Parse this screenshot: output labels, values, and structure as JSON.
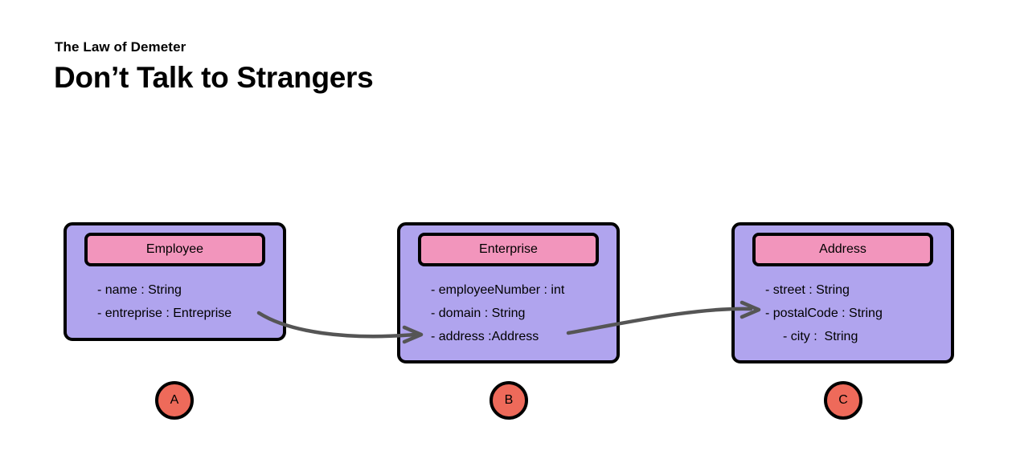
{
  "heading": {
    "eyebrow": "The Law of Demeter",
    "title": "Don’t Talk to Strangers"
  },
  "colors": {
    "box_fill": "#b0a4ee",
    "header_fill": "#f295bc",
    "badge_fill": "#ee6a5a",
    "stroke": "#000000",
    "arrow": "#555555",
    "background": "#ffffff"
  },
  "classes": [
    {
      "name": "Employee",
      "badge": "A",
      "fields": [
        {
          "text": "- name : String",
          "indented": false
        },
        {
          "text": "- entreprise : Entreprise",
          "indented": false
        }
      ]
    },
    {
      "name": "Enterprise",
      "badge": "B",
      "fields": [
        {
          "text": "- employeeNumber : int",
          "indented": false
        },
        {
          "text": "- domain : String",
          "indented": false
        },
        {
          "text": "- address :Address",
          "indented": false
        }
      ]
    },
    {
      "name": "Address",
      "badge": "C",
      "fields": [
        {
          "text": "- street : String",
          "indented": false
        },
        {
          "text": "- postalCode : String",
          "indented": false
        },
        {
          "text": "- city :  String",
          "indented": true
        }
      ]
    }
  ],
  "relations": [
    {
      "from": "Employee",
      "to": "Enterprise",
      "via": "entreprise"
    },
    {
      "from": "Enterprise",
      "to": "Address",
      "via": "address"
    }
  ]
}
